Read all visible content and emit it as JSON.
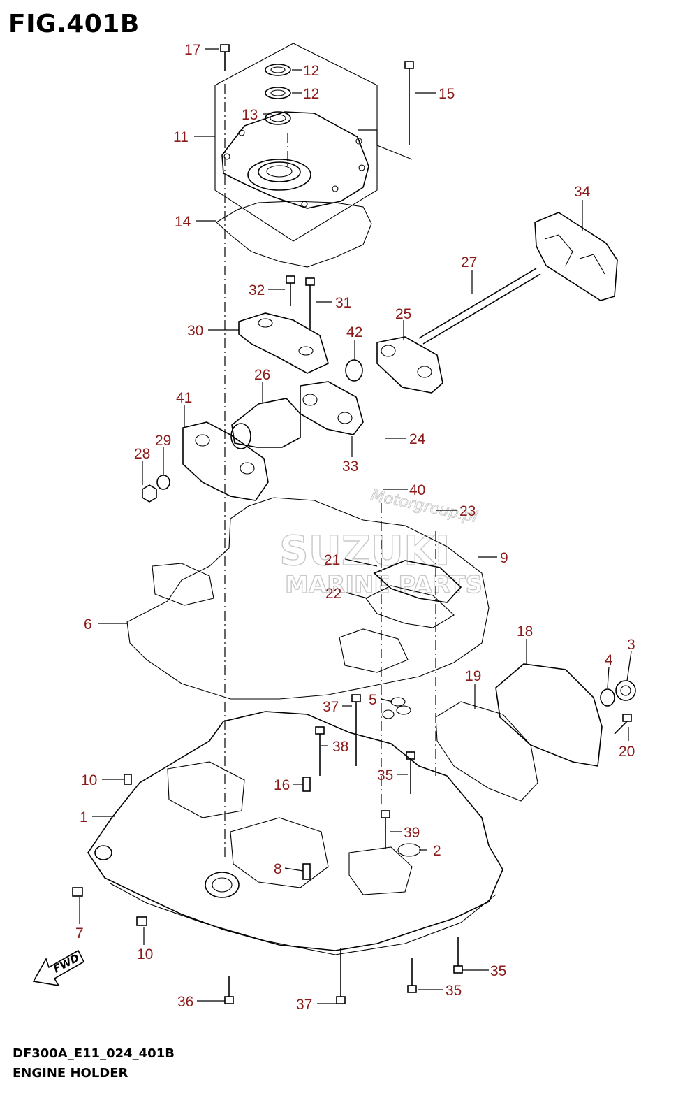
{
  "figure": {
    "title": "FIG.401B",
    "code": "DF300A_E11_024_401B",
    "name": "ENGINE HOLDER"
  },
  "watermark": {
    "brand": "SUZUKI",
    "line2": "MARINE PARTS",
    "line3": "Motorgroup.pl"
  },
  "arrow_label": "FWD",
  "callouts": [
    "17",
    "12",
    "12",
    "15",
    "13",
    "11",
    "34",
    "14",
    "27",
    "32",
    "31",
    "30",
    "25",
    "42",
    "26",
    "41",
    "24",
    "29",
    "28",
    "33",
    "40",
    "23",
    "9",
    "21",
    "22",
    "6",
    "18",
    "3",
    "4",
    "19",
    "5",
    "37",
    "38",
    "20",
    "10",
    "35",
    "16",
    "1",
    "39",
    "2",
    "8",
    "7",
    "10",
    "35",
    "35",
    "36",
    "37"
  ],
  "colors": {
    "callout": "#8b1a1a",
    "line": "#000000",
    "watermark": "#c9c9c9"
  }
}
